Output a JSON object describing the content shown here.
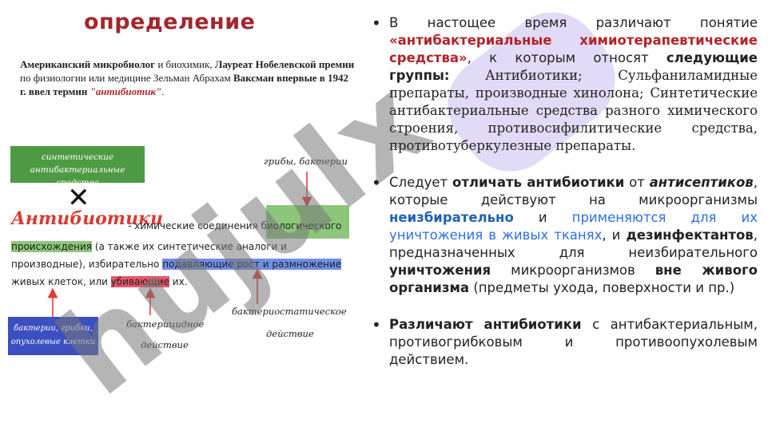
{
  "title": "определение",
  "intro": {
    "p1": "Американский микробиолог",
    "p2": " и биохимик, ",
    "p3": "Лауреат Нобелевской премии",
    "p4": " по физиологии или медицине Зельман Абрахам ",
    "p5": "Ваксман впервые в 1942 г. ввел термин ",
    "p6": "\"антибиотик\"",
    "p7": "."
  },
  "diagram": {
    "green_box": "синтетические антибактериальные средства",
    "cross": "✕",
    "anti_word": "Антибиотики",
    "line1": " - химические соединения ",
    "bio_word": "биологического",
    "line2_hl": "происхождения",
    "line2_rest": " (а также их синтетические аналоги и",
    "line3_a": "производные), избирательно ",
    "line3_hl": "подавляющие рост и размножение",
    "line4_a": "живых клеток, или ",
    "line4_hl": "убивающие",
    "line4_b": " их.",
    "label_fungi": "грибы, бактерии",
    "blue_box": "бактерии, грибки, опухолевые клетки",
    "label_bactericidal_1": "бактерицидное",
    "label_bactericidal_2": "действие",
    "label_bacteriostatic_1": "бактериостатическое",
    "label_bacteriostatic_2": "действие",
    "colors": {
      "green": "#4e9a44",
      "light_green": "#8cc67a",
      "blue": "#3b4fc0",
      "red_arrow": "#e23a3a",
      "title_red": "#a3272d"
    }
  },
  "watermark": "hujulx",
  "bullets": {
    "b1": {
      "a": "В настощее время различают понятие ",
      "b": "«антибактериальные химиотерапевтические средства»",
      "c": ", к которым относят ",
      "d": "следующие группы:",
      "e": " Антибиотики; Сульфаниламидные препараты, производные хинолона; Синтетические антибактериальные средства разного химического строения, противосифилитические средства, противотуберкулезные препараты."
    },
    "b2": {
      "a": "Следует ",
      "b": "отличать антибиотики",
      "c": " от ",
      "d": "антисептиков",
      "e": ", которые действуют на микроорганизмы ",
      "f": "неизбирательно",
      "g": " и ",
      "h": "применяются для их уничтожения в живых тканях",
      "i": ", и ",
      "j": "дезинфектантов",
      "k": ", предназначенных для неизбирательного ",
      "l": "уничтожения",
      "m": " микроорганизмов ",
      "n": "вне живого организма",
      "o": " (предметы ухода, поверхности и пр.)"
    },
    "b3": {
      "a": "Различают антибиотики",
      "b": " с антибактериальным, противогрибковым и противоопухолевым действием."
    }
  }
}
